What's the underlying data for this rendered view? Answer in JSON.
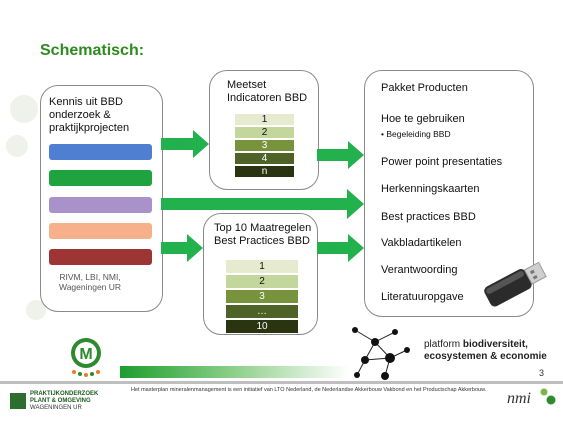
{
  "title": "Schematisch:",
  "left_box": {
    "heading": [
      "Kennis uit BBD",
      "onderzoek &",
      "praktijkprojecten"
    ],
    "bars": [
      "#4f7fd0",
      "#1fa33e",
      "#a992c9",
      "#f6b18a",
      "#9e3535"
    ],
    "footer": [
      "RIVM, LBI, NMI,",
      "Wageningen UR"
    ]
  },
  "meetset": {
    "heading": [
      "Meetset",
      "Indicatoren BBD"
    ],
    "items": [
      {
        "label": "1",
        "color": "#e6ebcf",
        "text_color": "#111111"
      },
      {
        "label": "2",
        "color": "#c3d69b",
        "text_color": "#111111"
      },
      {
        "label": "3",
        "color": "#77933c",
        "text_color": "#ffffff"
      },
      {
        "label": "4",
        "color": "#4f6228",
        "text_color": "#ffffff"
      },
      {
        "label": "n",
        "color": "#2a3410",
        "text_color": "#ffffff"
      }
    ]
  },
  "top10": {
    "heading": [
      "Top 10 Maatregelen",
      "Best Practices BBD"
    ],
    "items": [
      {
        "label": "1",
        "color": "#e6ebcf",
        "text_color": "#111111"
      },
      {
        "label": "2",
        "color": "#c3d69b",
        "text_color": "#111111"
      },
      {
        "label": "3",
        "color": "#77933c",
        "text_color": "#ffffff"
      },
      {
        "label": "…",
        "color": "#4f6228",
        "text_color": "#ffffff"
      },
      {
        "label": "10",
        "color": "#2a3410",
        "text_color": "#ffffff"
      }
    ]
  },
  "pakket": {
    "heading": "Pakket Producten",
    "items": [
      "Hoe te gebruiken",
      "Power point presentaties",
      "Herkenningskaarten",
      "Best practices BBD",
      "Vakbladartikelen",
      "Verantwoording",
      "Literatuuropgave"
    ],
    "sub_item": "Begeleiding BBD"
  },
  "arrow_color": "#22b14c",
  "footer": {
    "text": "Het masterplan mineralenmanagement is een initiatief van LTO Nederland, de Nederlandse Akkerbouw Vakbond en het Productschap Akkerbouw.",
    "page_number": "3",
    "nmi": "nmi",
    "pp_logo": [
      "PRAKTIJKONDERZOEK",
      "PLANT & OMGEVING",
      "WAGENINGEN UR"
    ],
    "platform_line1": "platform ",
    "platform_bold1": "biodiversiteit,",
    "platform_line2": "ecosystemen & economie"
  }
}
